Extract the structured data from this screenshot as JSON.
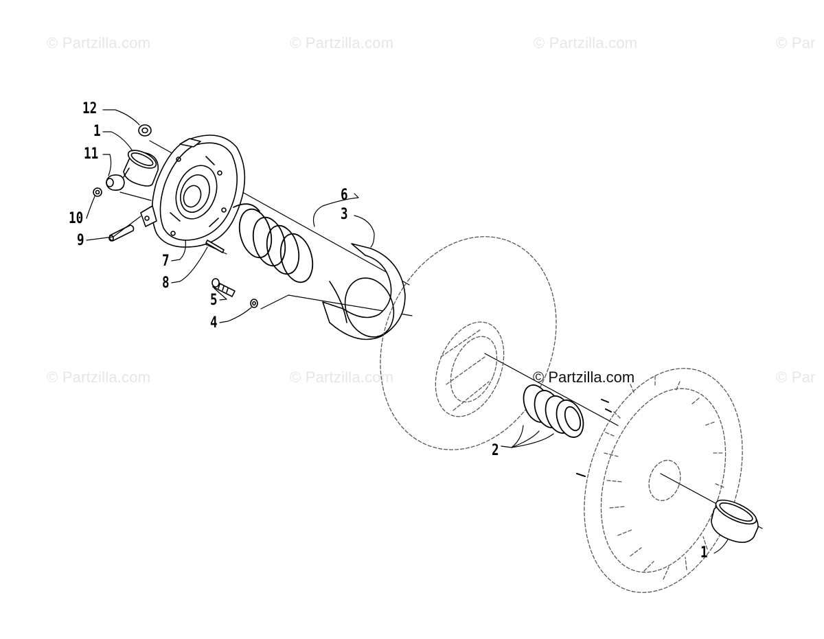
{
  "watermarks": {
    "text": "© Partzilla.com",
    "partial": "© Par",
    "overlay": "© Partzilla.com"
  },
  "callouts": {
    "c12": "12",
    "c1_top": "1",
    "c11": "11",
    "c10": "10",
    "c9": "9",
    "c7": "7",
    "c8": "8",
    "c5": "5",
    "c4": "4",
    "c6": "6",
    "c3": "3",
    "c2": "2",
    "c1_bottom": "1"
  },
  "colors": {
    "line": "#000000",
    "dashed": "#555555",
    "watermark": "#e6e6e6"
  }
}
